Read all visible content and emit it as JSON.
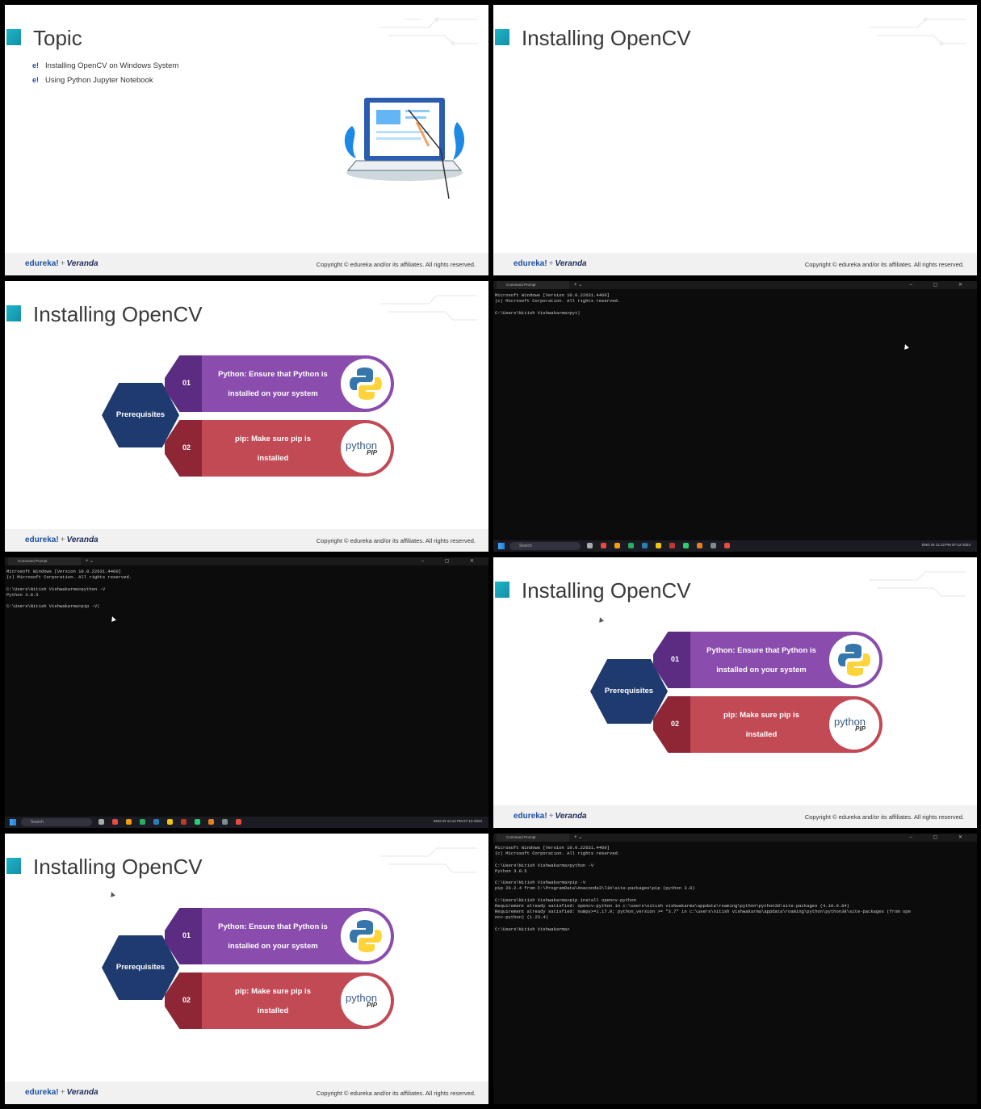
{
  "slides": {
    "topic": {
      "title": "Topic",
      "bullet_mark": "e!",
      "bullets": [
        "Installing OpenCV on Windows System",
        "Using Python Jupyter Notebook"
      ]
    },
    "installing_title": "Installing OpenCV",
    "diagram": {
      "hub": "Prerequisites",
      "step1_num": "01",
      "step1_line1": "Python: Ensure that Python is",
      "step1_line2": "installed on your system",
      "step2_num": "02",
      "step2_line1": "pip: Make sure pip is",
      "step2_line2": "installed",
      "pip_logo_text": "python",
      "pip_logo_sub": "PIP"
    },
    "footer": {
      "logo_brand": "edureka!",
      "logo_plus": "+",
      "logo_partner": "Veranda",
      "copyright": "Copyright © edureka and/or its affiliates. All rights reserved."
    }
  },
  "terminal": {
    "tab_title": "Command Prompt",
    "new_tab": "+  ⌄",
    "controls": "–  ▢  ✕",
    "output_1": "Microsoft Windows [Version 10.0.22631.4460]\n(c) Microsoft Corporation. All rights reserved.\n\nC:\\Users\\Nitish Vishwakarma>pyt|",
    "output_2": "Microsoft Windows [Version 10.0.22631.4460]\n(c) Microsoft Corporation. All rights reserved.\n\nC:\\Users\\Nitish Vishwakarma>python -V\nPython 3.8.5\n\nC:\\Users\\Nitish Vishwakarma>pip -V|",
    "output_3": "Microsoft Windows [Version 10.0.22631.4460]\n(c) Microsoft Corporation. All rights reserved.\n\nC:\\Users\\Nitish Vishwakarma>python -V\nPython 3.8.5\n\nC:\\Users\\Nitish Vishwakarma>pip -V\npip 20.2.4 from C:\\ProgramData\\Anaconda3\\lib\\site-packages\\pip (python 3.8)\n\nC:\\Users\\Nitish Vishwakarma>pip install opencv-python\nRequirement already satisfied: opencv-python in c:\\users\\nitish vishwakarma\\appdata\\roaming\\python\\python38\\site-packages (4.10.0.84)\nRequirement already satisfied: numpy>=1.17.0; python_version >= \"3.7\" in c:\\users\\nitish vishwakarma\\appdata\\roaming\\python\\python38\\site-packages (from ope\nncv-python) (1.23.4)\n\nC:\\Users\\Nitish Vishwakarma>",
    "taskbar": {
      "search": "Search",
      "tray_1": "ENG IN   11:13 PM  07-12-2024",
      "tray_2": "ENG IN   11:14 PM  07-12-2024"
    }
  },
  "colors": {
    "purple": "#8a4dae",
    "dark_purple": "#5b2c82",
    "red": "#c24a55",
    "dark_red": "#8e2636",
    "navy": "#1e3a6e",
    "teal": "#1fb5c9"
  }
}
